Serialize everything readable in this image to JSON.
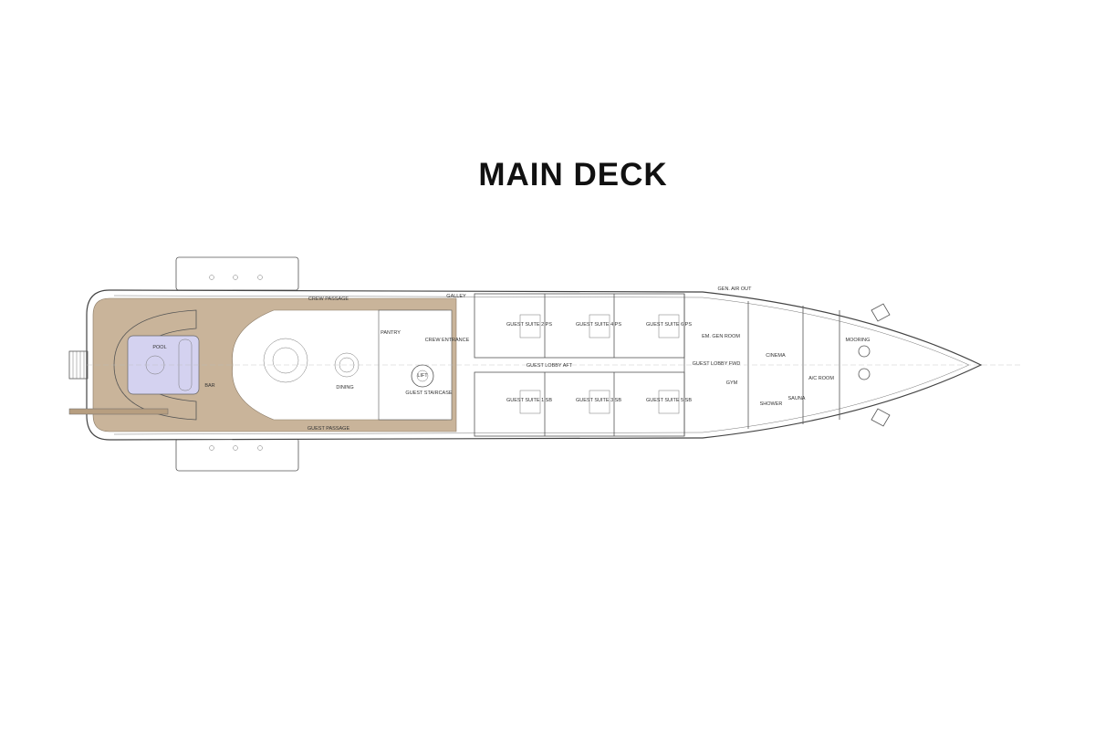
{
  "title": "MAIN DECK",
  "colors": {
    "deck_wood": "#c9b49a",
    "pool": "#d4d2f0",
    "line": "#555555"
  },
  "rooms": {
    "crew_passage": "CREW PASSAGE",
    "guest_passage": "GUEST PASSAGE",
    "pool": "POOL",
    "bar": "BAR",
    "dining": "DINING",
    "pantry": "PANTRY",
    "crew_entrance": "CREW ENTRANCE",
    "guest_staircase": "GUEST STAIRCASE",
    "lift": "LIFT",
    "galley": "GALLEY",
    "suite2": "GUEST SUITE 2 PS",
    "suite4": "GUEST SUITE 4 PS",
    "suite6": "GUEST SUITE 6 PS",
    "suite1": "GUEST SUITE 1 SB",
    "suite3": "GUEST SUITE 3 SB",
    "suite5": "GUEST SUITE 5 SB",
    "lobby_aft": "GUEST LOBBY AFT",
    "lobby_fwd": "GUEST LOBBY FWD",
    "em_gen": "EM. GEN ROOM",
    "gym": "GYM",
    "cinema": "CINEMA",
    "shower": "SHOWER",
    "sauna": "SAUNA",
    "ac_room": "A/C ROOM",
    "mooring": "MOORING",
    "gen_air_out": "GEN. AIR OUT"
  }
}
